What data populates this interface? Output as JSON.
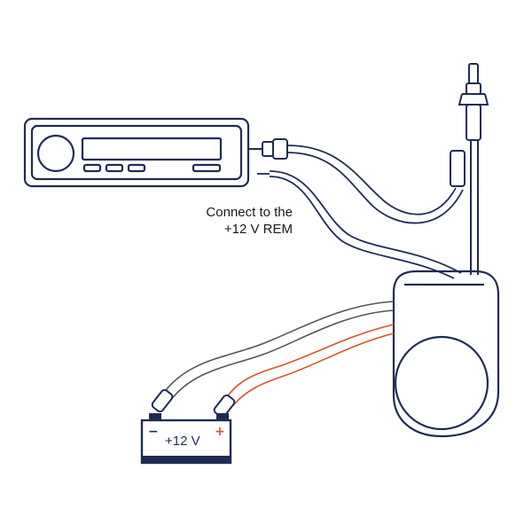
{
  "annotation": {
    "line1": "Connect to the",
    "line2": "+12 V REM"
  },
  "battery": {
    "label": "+12 V",
    "neg_sign": "−",
    "pos_sign": "+"
  },
  "colors": {
    "outline": "#1e2c55",
    "wire_gray": "#555555",
    "wire_red": "#d9532a",
    "background": "#ffffff"
  },
  "icons": [
    "car-radio-icon",
    "antenna-icon",
    "antenna-motor-icon",
    "battery-icon",
    "rca-plug-icon"
  ]
}
